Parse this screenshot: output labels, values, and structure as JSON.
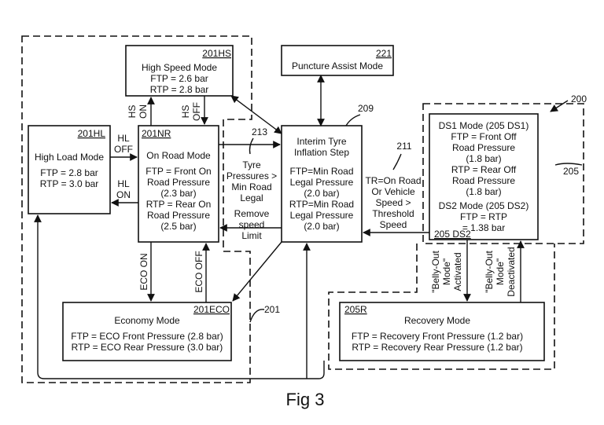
{
  "boxes": {
    "high_speed": {
      "ref": "201HS",
      "title": "High Speed Mode",
      "lines": [
        "FTP = 2.6 bar",
        "RTP = 2.8 bar"
      ]
    },
    "puncture_assist": {
      "ref": "221",
      "title": "Puncture Assist Mode"
    },
    "high_load": {
      "ref": "201HL",
      "title": "High Load Mode",
      "lines": [
        "FTP = 2.8 bar",
        "RTP = 3.0 bar"
      ]
    },
    "on_road": {
      "ref": "201NR",
      "title": "On Road Mode",
      "lines": [
        "FTP = Front On",
        "Road Pressure",
        "(2.3 bar)",
        "RTP = Rear On",
        "Road Pressure",
        "(2.5 bar)"
      ]
    },
    "interim": {
      "title_lines": [
        "Interim Tyre",
        "Inflation Step"
      ],
      "lines": [
        "FTP=Min Road",
        "Legal Pressure",
        "(2.0 bar)",
        "RTP=Min Road",
        "Legal Pressure",
        "(2.0 bar)"
      ]
    },
    "ds": {
      "ref": "205 DS2",
      "lines": [
        "DS1 Mode (205 DS1)",
        "FTP = Front Off",
        "Road Pressure",
        "(1.8 bar)",
        "RTP = Rear Off",
        "Road Pressure",
        "(1.8 bar)",
        "DS2 Mode (205 DS2)",
        "FTP = RTP",
        "= 1.38 bar"
      ]
    },
    "economy": {
      "ref": "201ECO",
      "title": "Economy Mode",
      "lines": [
        "FTP = ECO Front Pressure (2.8 bar)",
        "RTP = ECO Rear Pressure (3.0 bar)"
      ]
    },
    "recovery": {
      "ref": "205R",
      "title": "Recovery Mode",
      "lines": [
        "FTP = Recovery Front Pressure (1.2 bar)",
        "RTP = Recovery Rear Pressure (1.2 bar)"
      ]
    }
  },
  "edges": {
    "hs_on": [
      "HS",
      "ON"
    ],
    "hs_off": [
      "HS",
      "OFF"
    ],
    "hl_off": [
      "HL",
      "OFF"
    ],
    "hl_on": [
      "HL",
      "ON"
    ],
    "eco_on": "ECO ON",
    "eco_off": "ECO OFF",
    "tyre_pressures": [
      "Tyre",
      "Pressures >",
      "Min Road",
      "Legal"
    ],
    "remove_limit": [
      "Remove",
      "speed",
      "Limit"
    ],
    "tr": [
      "TR=On Road",
      "Or Vehicle",
      "Speed >",
      "Threshold",
      "Speed"
    ],
    "belly_activated": [
      "\"Belly-Out",
      "Mode\"",
      "Activated"
    ],
    "belly_deactivated": [
      "\"Belly-Out",
      "Mode\"",
      "Deactivated"
    ]
  },
  "refs": {
    "r213": "213",
    "r209": "209",
    "r211": "211",
    "r200": "200",
    "r205": "205",
    "r201": "201"
  },
  "caption": "Fig 3"
}
